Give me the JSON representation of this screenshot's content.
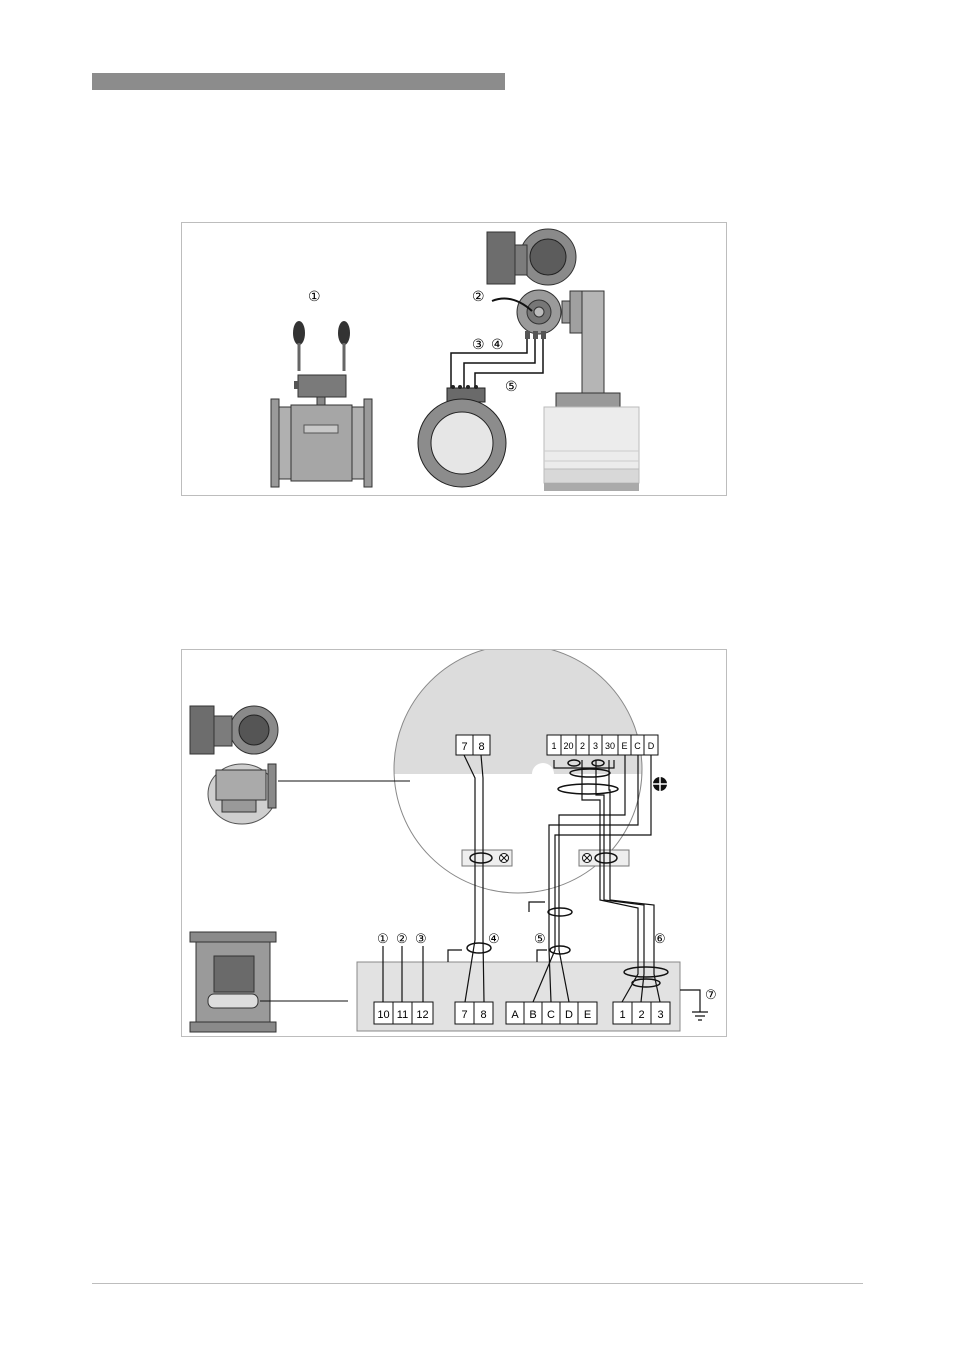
{
  "figure1": {
    "callouts": [
      "①",
      "②",
      "③",
      "④",
      "⑤"
    ]
  },
  "figure2": {
    "callouts": [
      "①",
      "②",
      "③",
      "④",
      "⑤",
      "⑥",
      "⑦"
    ],
    "converter_terminals": [
      "1",
      "20",
      "2",
      "3",
      "30",
      "E",
      "C",
      "D"
    ],
    "converter_left_terminals": [
      "7",
      "8"
    ],
    "sensor_terminals": {
      "group_a": [
        "10",
        "11",
        "12"
      ],
      "group_b": [
        "7",
        "8"
      ],
      "group_c": [
        "A",
        "B",
        "C",
        "D",
        "E"
      ],
      "group_d": [
        "1",
        "2",
        "3"
      ]
    }
  }
}
